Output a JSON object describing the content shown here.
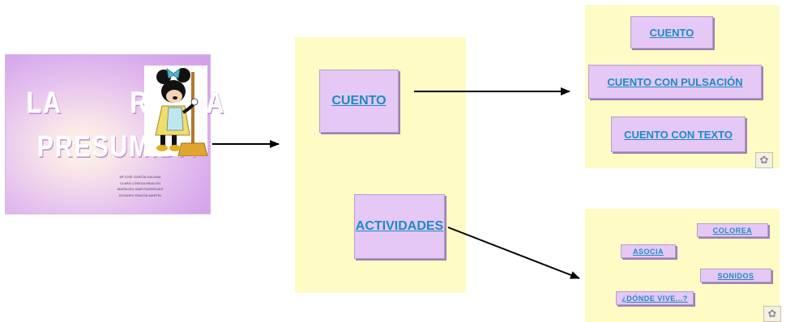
{
  "title_slide": {
    "line1": "LA   RATITA",
    "line2": "PRESUMIDA",
    "credits": [
      "Mª JOSÉ GARCÍA GALIANA",
      "CLARA CONESA HIDALGO",
      "MARÍA DEL MAR RODRÍGUEZ",
      "ROSARIO RINCÓN MARTÍN"
    ]
  },
  "center_menu": {
    "cuento_label": "CUENTO",
    "actividades_label": "ACTIVIDADES"
  },
  "cuento_menu": {
    "items": [
      "CUENTO",
      "CUENTO CON PULSACIÓN",
      "CUENTO CON TEXTO"
    ],
    "icon": "flower-icon"
  },
  "actividades_menu": {
    "items": [
      "COLOREA",
      "ASOCIA",
      "SONIDOS",
      "¿DÓNDE VIVE...?"
    ],
    "icon": "flower-icon"
  },
  "colors": {
    "panel_bg": "#fefcc4",
    "button_bg": "#e6c8f6",
    "link_text": "#1a8bc6",
    "slide_bg": "#d7a8ec"
  }
}
